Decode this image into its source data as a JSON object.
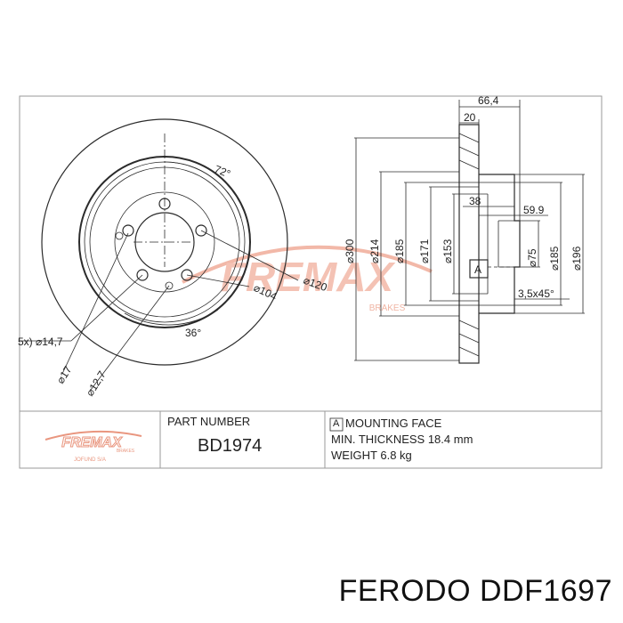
{
  "dimensions": {
    "top_total": "66,4",
    "top_inner": "20",
    "d300": "⌀300",
    "d214": "⌀214",
    "d185a": "⌀185",
    "d171": "⌀171",
    "d153": "⌀153",
    "d38": "38",
    "d59_9": "59.9",
    "d75": "⌀75",
    "d185b": "⌀185",
    "d196": "⌀196",
    "chamfer": "3,5x45°",
    "mount_marker": "A",
    "angle72": "72°",
    "angle36": "36°",
    "pcd120": "⌀120",
    "pcd104": "⌀104",
    "holes": "5x) ⌀14,7",
    "d17": "⌀17",
    "d12_7": "⌀12,7"
  },
  "watermark": {
    "brand": "FREMAX",
    "sub": "BRAKES"
  },
  "title_block": {
    "logo_brand": "FREMAX",
    "logo_sub": "BRAKES",
    "logo_company": "JOFUND S/A",
    "part_number_label": "PART NUMBER",
    "part_number": "BD1974",
    "mounting_face_marker": "A",
    "mounting_face_label": "MOUNTING FACE",
    "min_thickness": "MIN. THICKNESS 18.4 mm",
    "weight": "WEIGHT 6.8 kg"
  },
  "footer": {
    "caption": "FERODO DDF1697"
  },
  "colors": {
    "line": "#2b2b2b",
    "watermark": "#f2b8a8",
    "watermark_dark": "#e9967f",
    "frame": "#9a9a9a"
  }
}
